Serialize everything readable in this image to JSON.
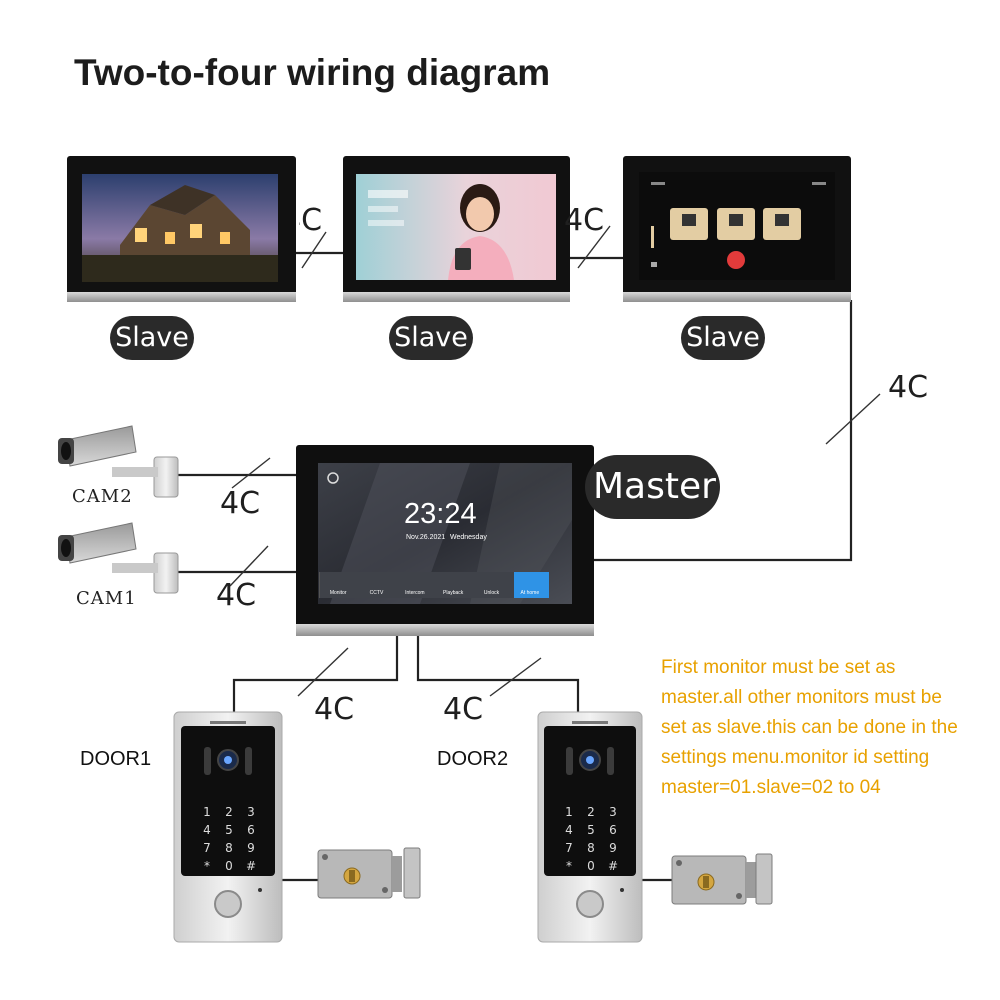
{
  "title": "Two-to-four wiring diagram",
  "slave_label": "Slave",
  "master_label": "Master",
  "wire_label": "4C",
  "cams": [
    {
      "label": "CAM2"
    },
    {
      "label": "CAM1"
    }
  ],
  "doors": [
    {
      "label": "DOOR1"
    },
    {
      "label": "DOOR2"
    }
  ],
  "note_lines": [
    "First monitor must be set as",
    "master.all other monitors must be",
    "set as slave.this can be done in the",
    "settings menu.monitor id setting",
    "master=01.slave=02 to 04"
  ],
  "master_screen": {
    "time": "23:24",
    "date": "Nov.26.2021",
    "weekday": "Wednesday",
    "menu": [
      "Monitor",
      "CCTV",
      "Intercom",
      "Playback",
      "Unlock",
      "At home"
    ]
  },
  "keypad_keys": [
    "1",
    "2",
    "3",
    "4",
    "5",
    "6",
    "7",
    "8",
    "9",
    "*",
    "0",
    "#"
  ],
  "colors": {
    "note": "#e8a100",
    "pill": "#2a2a2a",
    "wire": "#222222",
    "active_menu": "#2f93e6"
  }
}
